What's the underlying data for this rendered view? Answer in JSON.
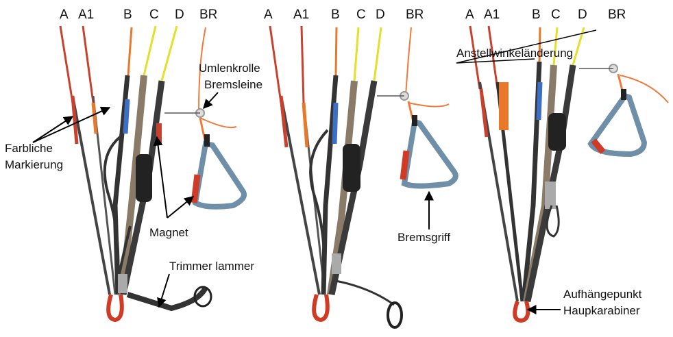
{
  "headers": {
    "a": "A",
    "a1": "A1",
    "b": "B",
    "c": "C",
    "d": "D",
    "br": "BR"
  },
  "annotations": {
    "farbliche_line1": "Farbliche",
    "farbliche_line2": "Markierung",
    "umlenkrolle_line1": "Umlenkrolle",
    "umlenkrolle_line2": "Bremsleine",
    "magnet": "Magnet",
    "trimmer": "Trimmer lammer",
    "bremsgriff": "Bremsgriff",
    "anstellwinkel": "Anstellwinkeländerung",
    "aufhaenge_line1": "Aufhängepunkt",
    "aufhaenge_line2": "Haupkarabiner"
  },
  "colors": {
    "red_line": "#c8412f",
    "orange_line": "#e8782a",
    "yellow_line": "#e4e02a",
    "blue_webbing": "#3d6fc4",
    "gray_webbing": "#3a3a3a",
    "tan_webbing": "#8a7a68",
    "handle_blue": "#6f8fa8",
    "carabiner_red": "#cf3b24",
    "brake_orange": "#f07a3a"
  }
}
